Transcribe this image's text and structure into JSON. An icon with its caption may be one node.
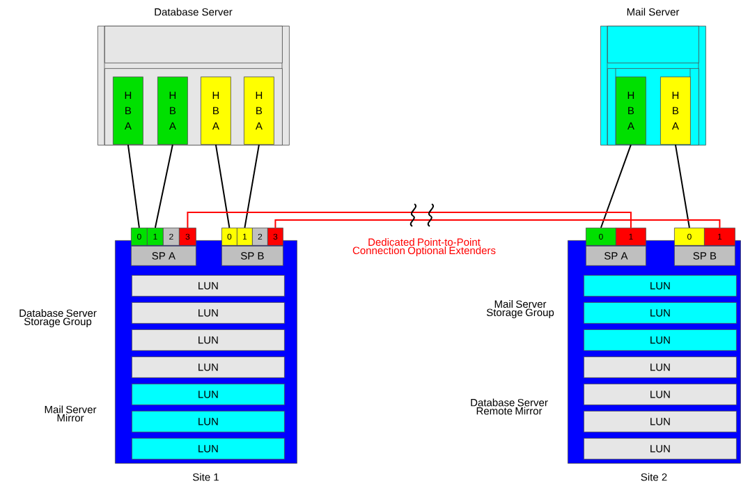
{
  "diagram": {
    "nodes": [
      {
        "text": [
          "Database Server"
        ]
      },
      {
        "text": [],
        "shape": "box",
        "in": 0
      },
      {
        "text": [],
        "shape": "box",
        "in": 0
      },
      {
        "text": [
          "H B A"
        ],
        "in": 2
      },
      {
        "text": [
          "H B A"
        ],
        "in": 2
      },
      {
        "text": [
          "H B A"
        ],
        "in": 2
      },
      {
        "text": [
          "H B A"
        ],
        "in": 2
      },
      {
        "text": [
          "Mail Server"
        ]
      },
      {
        "text": [],
        "shape": "box",
        "in": 7
      },
      {
        "text": [],
        "shape": "box",
        "in": 7
      },
      {
        "text": [
          "H B A"
        ],
        "in": 9
      },
      {
        "text": [
          "H B A"
        ],
        "in": 9
      },
      {
        "text": [
          "Site 1"
        ]
      },
      {
        "text": [
          "SP A"
        ],
        "in": 12
      },
      {
        "text": [
          "0"
        ]
      },
      {
        "text": [
          "1"
        ]
      },
      {
        "text": [
          "2"
        ]
      },
      {
        "text": [
          "3"
        ]
      },
      {
        "text": [
          "SP B"
        ],
        "in": 12
      },
      {
        "text": [
          "0"
        ]
      },
      {
        "text": [
          "1"
        ]
      },
      {
        "text": [
          "2"
        ]
      },
      {
        "text": [
          "3"
        ]
      },
      {
        "text": [
          "LUN"
        ],
        "in": 12
      },
      {
        "text": [
          "LUN"
        ],
        "in": 12
      },
      {
        "text": [
          "LUN"
        ],
        "in": 12
      },
      {
        "text": [
          "LUN"
        ],
        "in": 12
      },
      {
        "text": [
          "LUN"
        ],
        "in": 12
      },
      {
        "text": [
          "LUN"
        ],
        "in": 12
      },
      {
        "text": [
          "LUN"
        ],
        "in": 12
      },
      {
        "text": [
          "Site 2"
        ]
      },
      {
        "text": [
          "SP A"
        ],
        "in": 30
      },
      {
        "text": [
          "0"
        ]
      },
      {
        "text": [
          "1"
        ]
      },
      {
        "text": [
          "SP B"
        ],
        "in": 30
      },
      {
        "text": [
          "0"
        ]
      },
      {
        "text": [
          "1"
        ]
      },
      {
        "text": [
          "LUN"
        ],
        "in": 30
      },
      {
        "text": [
          "LUN"
        ],
        "in": 30
      },
      {
        "text": [
          "LUN"
        ],
        "in": 30
      },
      {
        "text": [
          "LUN"
        ],
        "in": 30
      },
      {
        "text": [
          "LUN"
        ],
        "in": 30
      },
      {
        "text": [
          "LUN"
        ],
        "in": 30
      },
      {
        "text": [
          "LUN"
        ],
        "in": 30
      }
    ],
    "edges": [
      {
        "from": 3,
        "to": 14,
        "arrow": "none"
      },
      {
        "from": 4,
        "to": 15,
        "arrow": "none"
      },
      {
        "from": 5,
        "to": 19,
        "arrow": "none"
      },
      {
        "from": 6,
        "to": 20,
        "arrow": "none"
      },
      {
        "from": 10,
        "to": 32,
        "arrow": "none"
      },
      {
        "from": 11,
        "to": 35,
        "arrow": "none"
      },
      {
        "from": 17,
        "to": 33,
        "arrow": "none",
        "color": "#ff0000"
      },
      {
        "from": 22,
        "to": 36,
        "arrow": "none",
        "color": "#ff0000"
      }
    ],
    "labels": [
      "Dedicated Point-to-Point Connection Optional Extenders",
      "Database Server Storage Group",
      "Mail Server Mirror",
      "Mail Server Storage Group",
      "Database Server Remote Mirror"
    ]
  }
}
